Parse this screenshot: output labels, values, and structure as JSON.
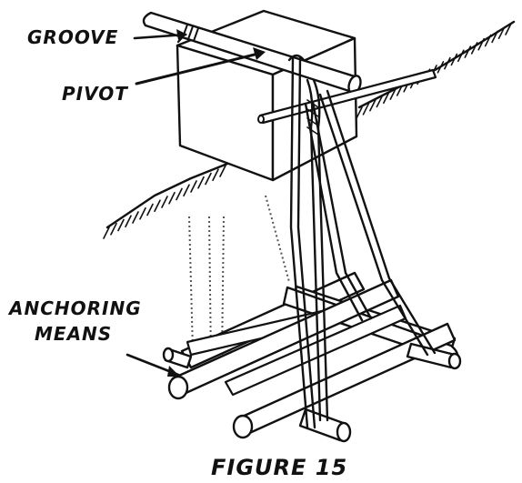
{
  "labels": {
    "groove": "GROOVE",
    "pivot": "PIVOT",
    "anchoring_line1": "ANCHORING",
    "anchoring_line2": "MEANS",
    "caption": "FIGURE 15"
  },
  "colors": {
    "ink": "#111111",
    "background": "#ffffff"
  }
}
